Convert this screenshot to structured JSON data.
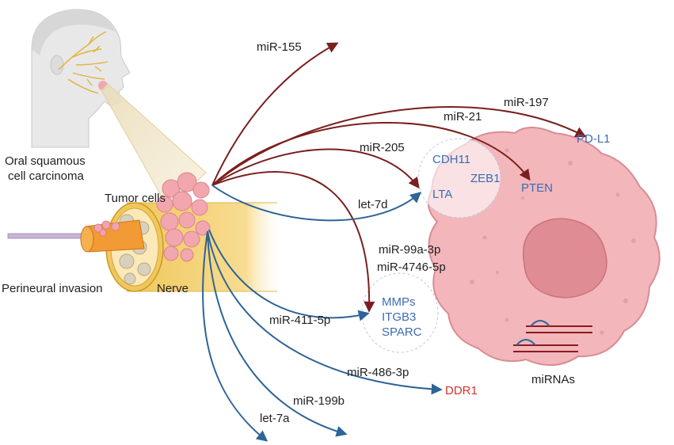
{
  "labels": {
    "oral_line1": "Oral squamous",
    "oral_line2": "cell carcinoma",
    "tumor_cells": "Tumor cells",
    "perineural_invasion": "Perineural invasion",
    "nerve": "Nerve",
    "mirnas": "miRNAs"
  },
  "mirnas": {
    "mir155": "miR-155",
    "mir197": "miR-197",
    "mir21": "miR-21",
    "mir205": "miR-205",
    "let7d": "let-7d",
    "mir99a": "miR-99a-3p",
    "mir4746": "miR-4746-5p",
    "mir411": "miR-411-5p",
    "mir486": "miR-486-3p",
    "mir199b": "miR-199b",
    "let7a": "let-7a"
  },
  "targets": {
    "pdl1": "PD-L1",
    "cdh11": "CDH11",
    "zeb1": "ZEB1",
    "pten": "PTEN",
    "lta": "LTA",
    "mmps": "MMPs",
    "itgb3": "ITGB3",
    "sparc": "SPARC",
    "ddr1": "DDR1"
  },
  "colors": {
    "upregulated_arrow": "#7a1f1f",
    "downregulated_arrow": "#2e6496",
    "target_text": "#3d6bb3",
    "ddr1_text": "#d6332b",
    "cell_fill": "#f2b6bb",
    "nucleus_fill": "#e08c95",
    "nerve_fill": "#f3cf6e"
  }
}
